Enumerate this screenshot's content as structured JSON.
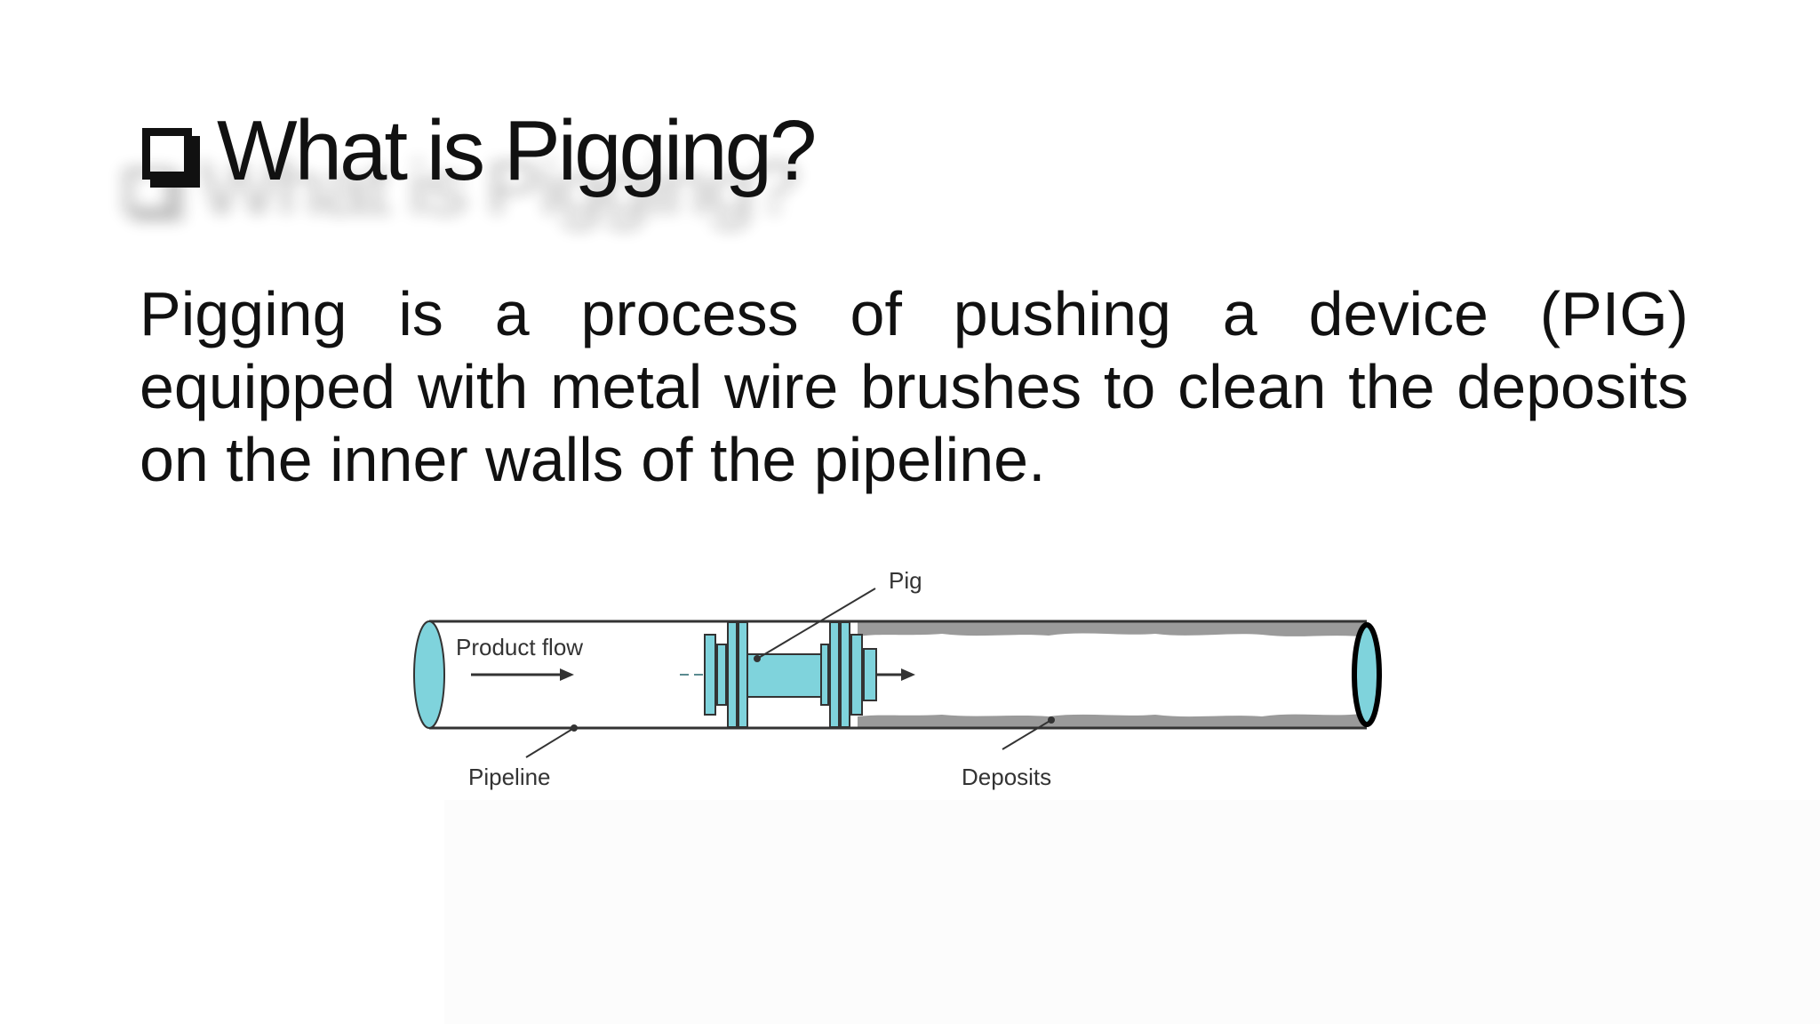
{
  "slide": {
    "title": "What is Pigging?",
    "body": "Pigging is a process of pushing a device (PIG) equipped with metal wire brushes to clean the deposits on the inner walls of the pipeline."
  },
  "diagram": {
    "labels": {
      "pig": "Pig",
      "product_flow": "Product flow",
      "pipeline": "Pipeline",
      "deposits": "Deposits"
    },
    "colors": {
      "pig_fill": "#7fd3dc",
      "deposit_fill": "#9a9a9a",
      "line": "#333333"
    }
  }
}
